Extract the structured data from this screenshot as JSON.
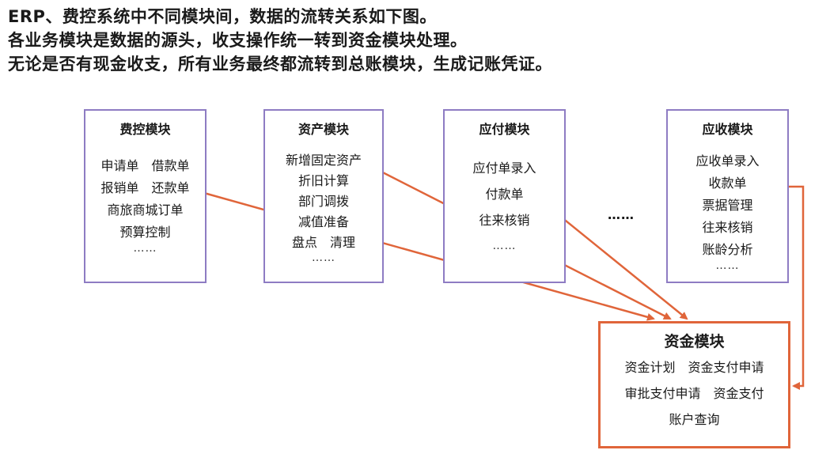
{
  "intro": [
    "ERP、费控系统中不同模块间，数据的流转关系如下图。",
    "各业务模块是数据的源头，收支操作统一转到资金模块处理。",
    "无论是否有现金收支，所有业务最终都流转到总账模块，生成记账凭证。"
  ],
  "modules": {
    "expense": {
      "title": "费控模块",
      "items": [
        "申请单　借款单",
        "报销单　还款单",
        "商旅商城订单",
        "预算控制"
      ],
      "more": "……"
    },
    "asset": {
      "title": "资产模块",
      "items": [
        "新增固定资产",
        "折旧计算",
        "部门调拨",
        "减值准备",
        "盘点　清理"
      ],
      "more": "……"
    },
    "payable": {
      "title": "应付模块",
      "items": [
        "应付单录入",
        "付款单",
        "往来核销"
      ],
      "more": "……"
    },
    "receivable": {
      "title": "应收模块",
      "items": [
        "应收单录入",
        "收款单",
        "票据管理",
        "往来核销",
        "账龄分析"
      ],
      "more": "……"
    },
    "finance": {
      "title": "资金模块",
      "items": [
        "资金计划　资金支付申请",
        "审批支付申请　资金支付",
        "账户查询"
      ]
    }
  },
  "between_dots": "……",
  "colors": {
    "module_border": "#8e7cc3",
    "finance_border": "#e0653a",
    "arrow": "#e0653a"
  }
}
